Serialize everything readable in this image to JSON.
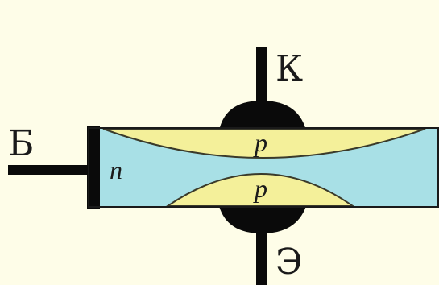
{
  "diagram": {
    "terminals": {
      "base_label": "Б",
      "collector_label": "К",
      "emitter_label": "Э"
    },
    "regions": {
      "base_region_label": "n",
      "collector_region_label": "p",
      "emitter_region_label": "p"
    },
    "colors": {
      "background": "#fefde8",
      "base_region": "#a8e0e6",
      "p_region": "#f4f09a",
      "lead": "#0a0a0a",
      "outline": "#1a1a1a"
    }
  }
}
